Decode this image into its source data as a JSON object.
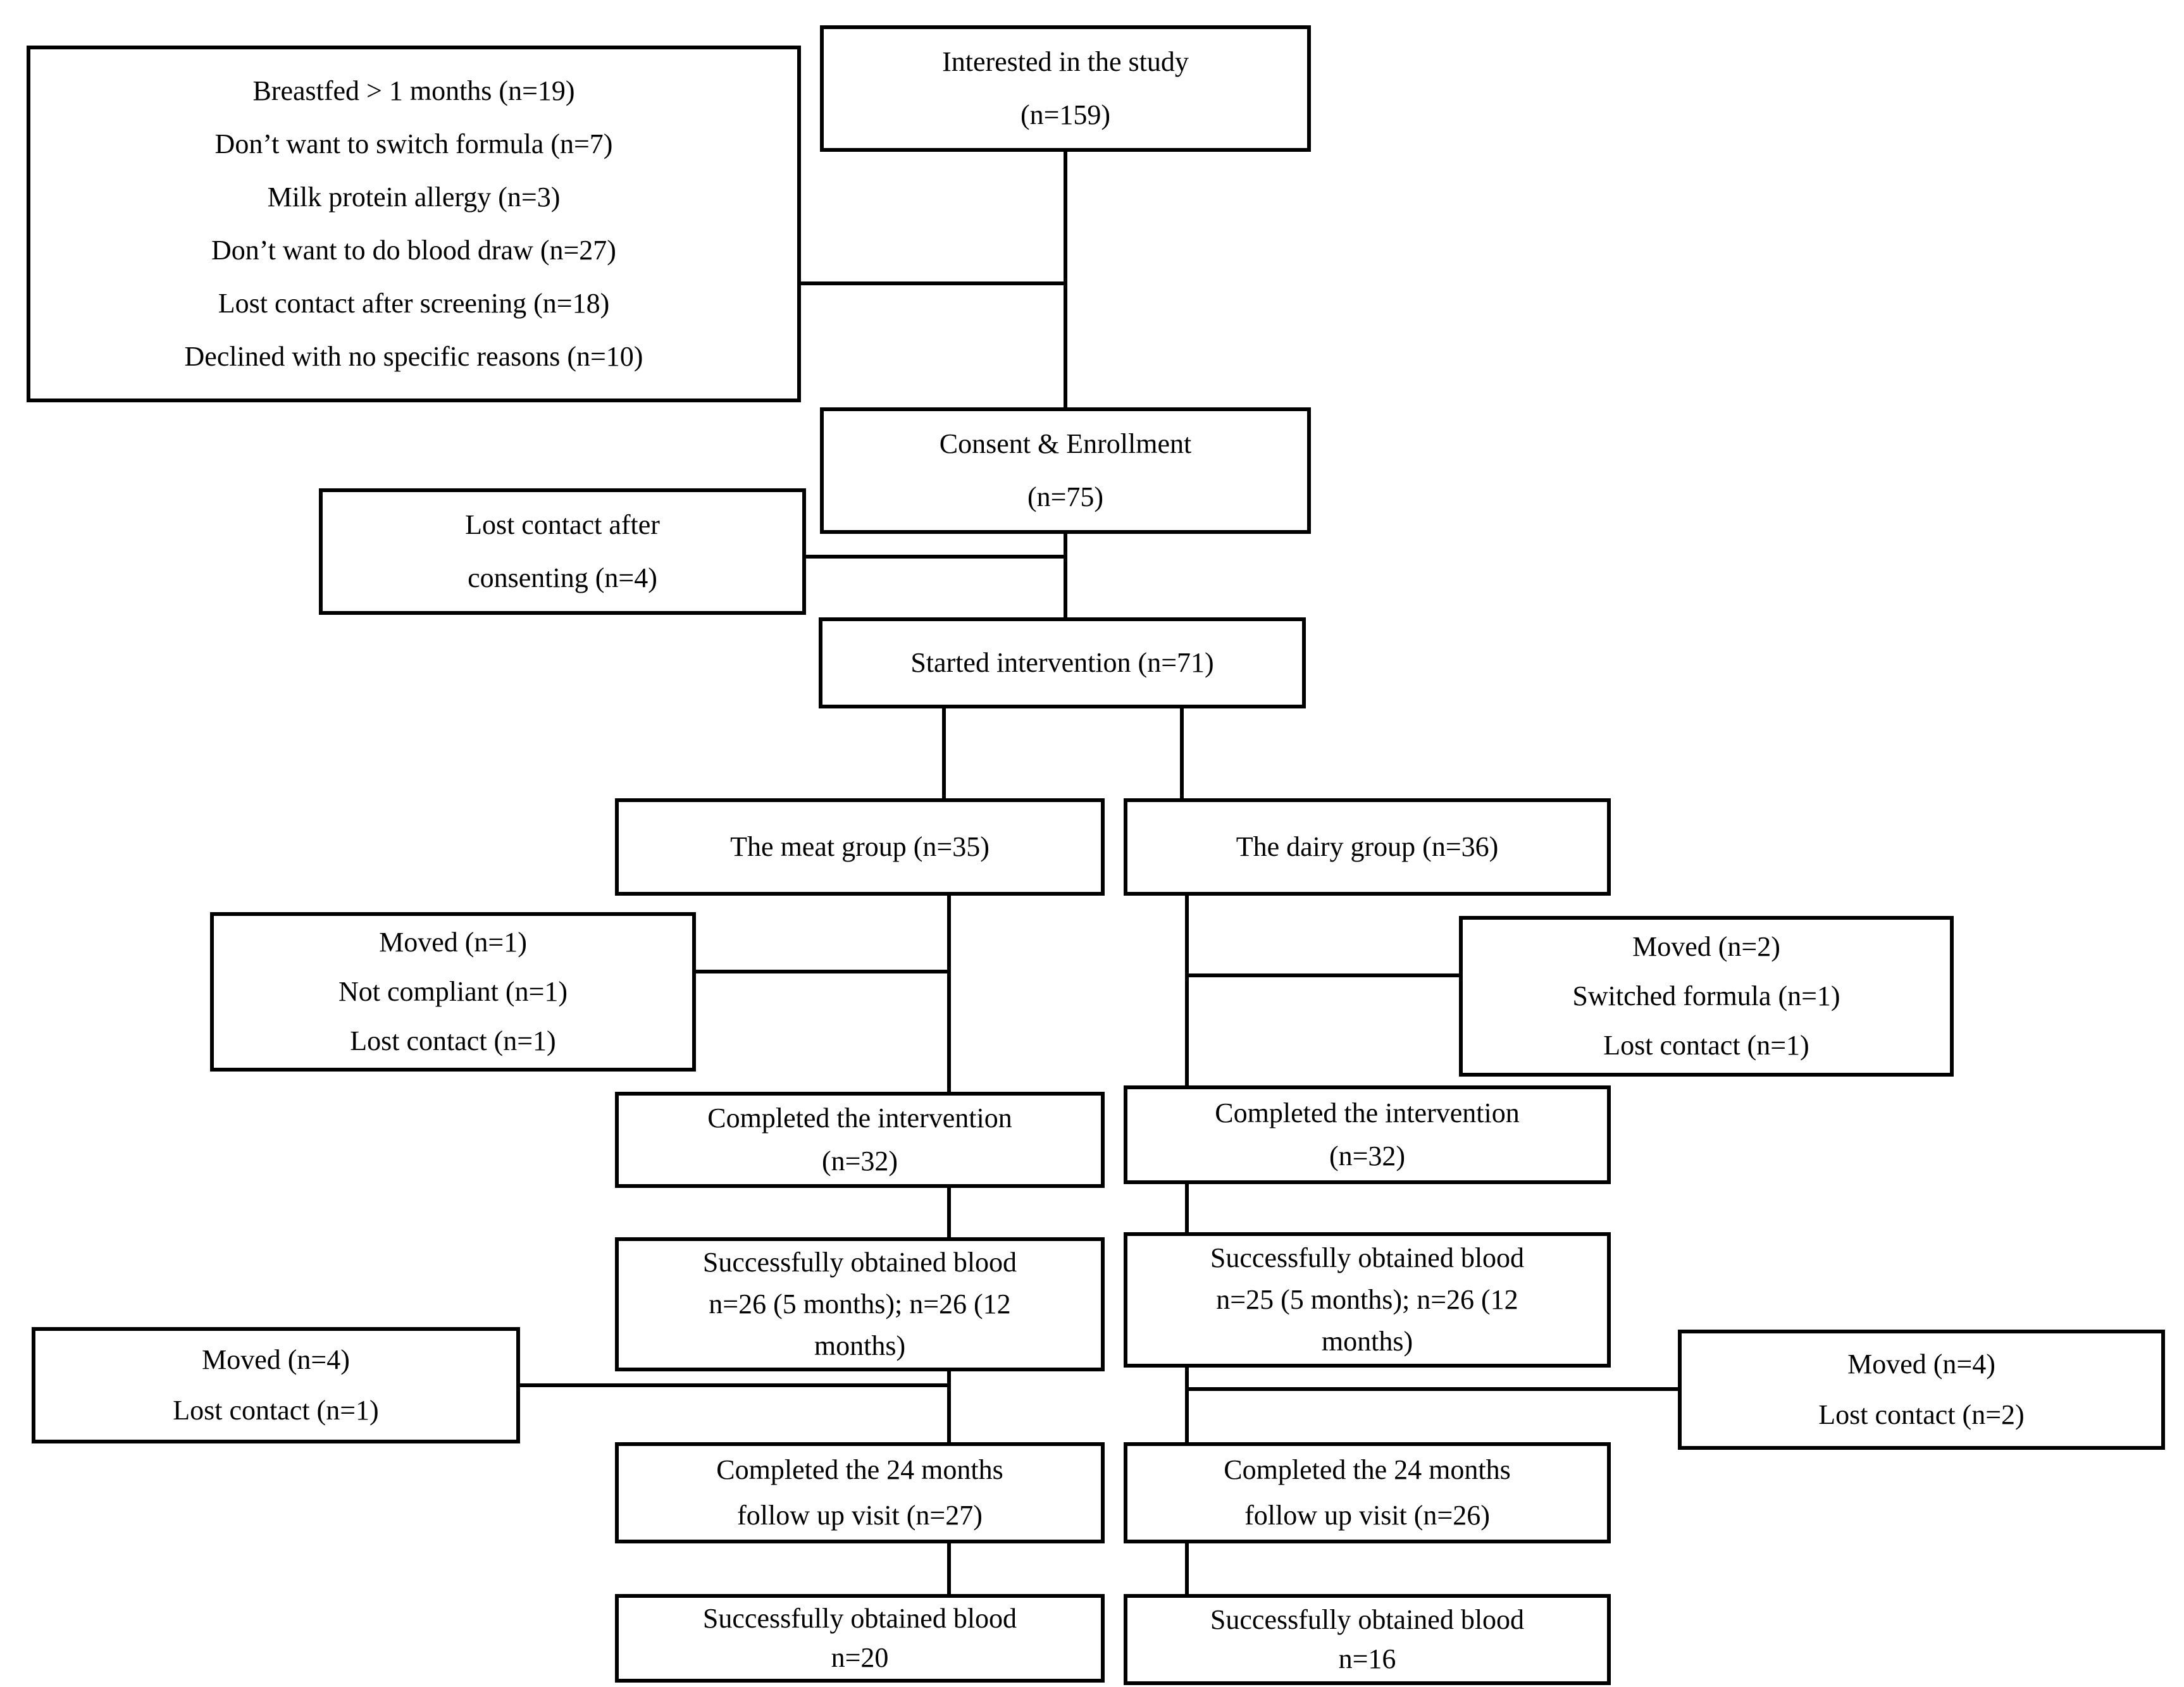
{
  "diagram": {
    "title": "Study enrollment and follow-up flow diagram",
    "colors": {
      "background": "#ffffff",
      "box_fill": "#ffffff",
      "box_border": "#000000",
      "line": "#000000",
      "text": "#000000"
    },
    "boxes": {
      "exclusion_reasons": {
        "lines": [
          "Breastfed > 1 months (n=19)",
          "Don’t want to switch formula (n=7)",
          "Milk protein allergy (n=3)",
          "Don’t want to do blood draw (n=27)",
          "Lost contact after screening (n=18)",
          "Declined with no specific reasons (n=10)"
        ]
      },
      "interested": {
        "lines": [
          "Interested in the study",
          "(n=159)"
        ]
      },
      "consent": {
        "lines": [
          "Consent & Enrollment",
          "(n=75)"
        ]
      },
      "lost_after_consenting": {
        "lines": [
          "Lost contact after",
          "consenting (n=4)"
        ]
      },
      "started": {
        "lines": [
          "Started intervention (n=71)"
        ]
      },
      "meat_group": {
        "lines": [
          "The meat group (n=35)"
        ]
      },
      "dairy_group": {
        "lines": [
          "The dairy group (n=36)"
        ]
      },
      "meat_withdrawals": {
        "lines": [
          "Moved (n=1)",
          "Not compliant (n=1)",
          "Lost contact (n=1)"
        ]
      },
      "dairy_withdrawals": {
        "lines": [
          "Moved (n=2)",
          "Switched formula (n=1)",
          "Lost contact (n=1)"
        ]
      },
      "meat_completed": {
        "lines": [
          "Completed the intervention",
          "(n=32)"
        ]
      },
      "dairy_completed": {
        "lines": [
          "Completed the intervention",
          "(n=32)"
        ]
      },
      "meat_blood_early": {
        "lines": [
          "Successfully obtained blood",
          "n=26 (5 months); n=26 (12",
          "months)"
        ]
      },
      "dairy_blood_early": {
        "lines": [
          "Successfully obtained blood",
          "n=25 (5 months); n=26 (12",
          "months)"
        ]
      },
      "meat_withdrawals_followup": {
        "lines": [
          "Moved (n=4)",
          "Lost contact (n=1)"
        ]
      },
      "dairy_withdrawals_followup": {
        "lines": [
          "Moved (n=4)",
          "Lost contact (n=2)"
        ]
      },
      "meat_followup_24m": {
        "lines": [
          "Completed the 24 months",
          "follow up visit (n=27)"
        ]
      },
      "dairy_followup_24m": {
        "lines": [
          "Completed the 24 months",
          "follow up visit (n=26)"
        ]
      },
      "meat_blood_24m": {
        "lines": [
          "Successfully obtained blood",
          "n=20"
        ]
      },
      "dairy_blood_24m": {
        "lines": [
          "Successfully obtained blood",
          "n=16"
        ]
      }
    }
  }
}
